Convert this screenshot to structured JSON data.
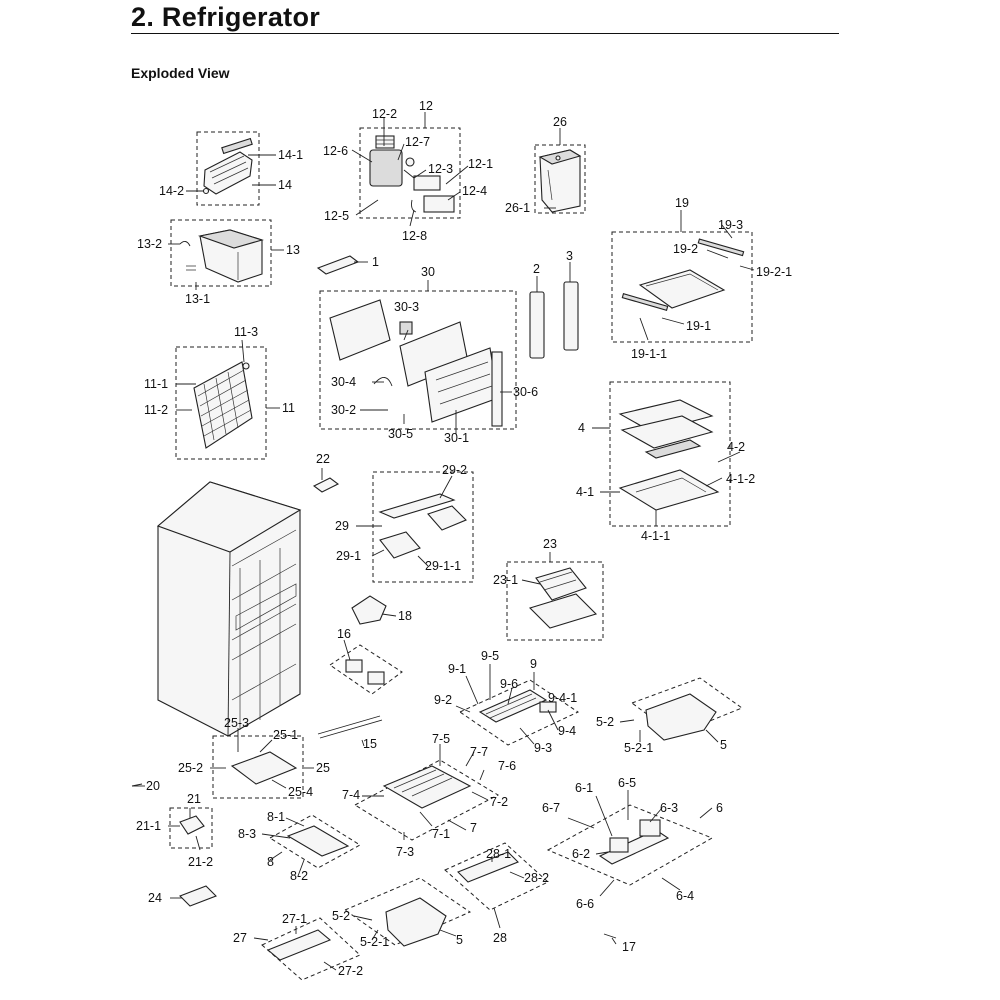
{
  "header": {
    "title": "2.  Refrigerator",
    "subtitle": "Exploded View"
  },
  "labels": {
    "l12": "12",
    "l12_2": "12-2",
    "l12_7": "12-7",
    "l12_6": "12-6",
    "l12_3": "12-3",
    "l12_1": "12-1",
    "l12_4": "12-4",
    "l12_5": "12-5",
    "l12_8": "12-8",
    "l14_1": "14-1",
    "l14_2": "14-2",
    "l14": "14",
    "l26": "26",
    "l26_1": "26-1",
    "l13_2": "13-2",
    "l13": "13",
    "l13_1": "13-1",
    "l1": "1",
    "l30": "30",
    "l2": "2",
    "l3": "3",
    "l19": "19",
    "l19_3": "19-3",
    "l19_2": "19-2",
    "l19_2_1": "19-2-1",
    "l19_1": "19-1",
    "l19_1_1": "19-1-1",
    "l30_3": "30-3",
    "l30_4": "30-4",
    "l30_2": "30-2",
    "l30_5": "30-5",
    "l30_1": "30-1",
    "l30_6": "30-6",
    "l11_3": "11-3",
    "l11_1": "11-1",
    "l11_2": "11-2",
    "l11": "11",
    "l4": "4",
    "l4_2": "4-2",
    "l4_1_2": "4-1-2",
    "l4_1": "4-1",
    "l4_1_1": "4-1-1",
    "l22": "22",
    "l29_2": "29-2",
    "l29": "29",
    "l29_1": "29-1",
    "l29_1_1": "29-1-1",
    "l23": "23",
    "l23_1": "23-1",
    "l18": "18",
    "l16": "16",
    "l9_5": "9-5",
    "l9": "9",
    "l9_1": "9-1",
    "l9_6": "9-6",
    "l9_2": "9-2",
    "l9_4_1": "9-4-1",
    "l9_4": "9-4",
    "l9_3": "9-3",
    "l5_2a": "5-2",
    "l5_2_1a": "5-2-1",
    "l5a": "5",
    "l25_3": "25-3",
    "l25_1": "25-1",
    "l25_2": "25-2",
    "l25": "25",
    "l25_4": "25-4",
    "l15": "15",
    "l20": "20",
    "l7_5": "7-5",
    "l7_7": "7-7",
    "l7_6": "7-6",
    "l7_4": "7-4",
    "l7_2": "7-2",
    "l7_1": "7-1",
    "l7": "7",
    "l7_3": "7-3",
    "l21": "21",
    "l21_1": "21-1",
    "l21_2": "21-2",
    "l8_1": "8-1",
    "l8_3": "8-3",
    "l8": "8",
    "l8_2": "8-2",
    "l6_1": "6-1",
    "l6_5": "6-5",
    "l6_7": "6-7",
    "l6_3": "6-3",
    "l6": "6",
    "l6_2": "6-2",
    "l6_6": "6-6",
    "l6_4": "6-4",
    "l28_1": "28-1",
    "l28_2": "28-2",
    "l28": "28",
    "l24": "24",
    "l5_2b": "5-2",
    "l5_2_1b": "5-2-1",
    "l5b": "5",
    "l27": "27",
    "l27_1": "27-1",
    "l27_2": "27-2",
    "l17": "17"
  }
}
